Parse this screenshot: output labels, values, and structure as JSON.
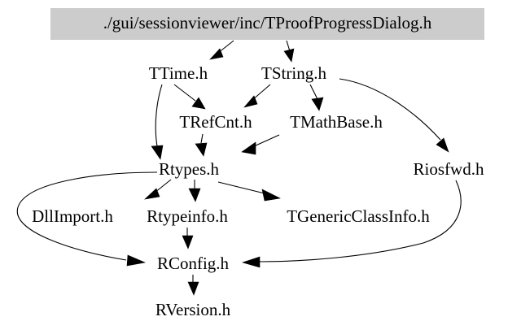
{
  "diagram": {
    "kind": "include-dependency-graph",
    "background_color": "#ffffff",
    "edge_color": "#000000",
    "root_fill_color": "#cccccc",
    "text_color": "#000000",
    "nodes": [
      {
        "id": "root",
        "label": "./gui/sessionviewer/inc/TProofProgressDialog.h",
        "style": "filled-box"
      },
      {
        "id": "ttime",
        "label": "TTime.h",
        "style": "plain"
      },
      {
        "id": "tstring",
        "label": "TString.h",
        "style": "plain"
      },
      {
        "id": "trefcnt",
        "label": "TRefCnt.h",
        "style": "plain"
      },
      {
        "id": "tmathbase",
        "label": "TMathBase.h",
        "style": "plain"
      },
      {
        "id": "rtypes",
        "label": "Rtypes.h",
        "style": "plain"
      },
      {
        "id": "riosfwd",
        "label": "Riosfwd.h",
        "style": "plain"
      },
      {
        "id": "dllimport",
        "label": "DllImport.h",
        "style": "plain"
      },
      {
        "id": "rtypeinfo",
        "label": "Rtypeinfo.h",
        "style": "plain"
      },
      {
        "id": "tgenericclassinfo",
        "label": "TGenericClassInfo.h",
        "style": "plain"
      },
      {
        "id": "rconfig",
        "label": "RConfig.h",
        "style": "plain"
      },
      {
        "id": "rversion",
        "label": "RVersion.h",
        "style": "plain"
      }
    ],
    "edges": [
      {
        "from": "root",
        "to": "ttime"
      },
      {
        "from": "root",
        "to": "tstring"
      },
      {
        "from": "ttime",
        "to": "trefcnt"
      },
      {
        "from": "ttime",
        "to": "rtypes"
      },
      {
        "from": "tstring",
        "to": "trefcnt"
      },
      {
        "from": "tstring",
        "to": "tmathbase"
      },
      {
        "from": "tstring",
        "to": "riosfwd"
      },
      {
        "from": "trefcnt",
        "to": "rtypes"
      },
      {
        "from": "tmathbase",
        "to": "rtypes"
      },
      {
        "from": "rtypes",
        "to": "dllimport"
      },
      {
        "from": "rtypes",
        "to": "rtypeinfo"
      },
      {
        "from": "rtypes",
        "to": "tgenericclassinfo"
      },
      {
        "from": "rtypes",
        "to": "rconfig"
      },
      {
        "from": "rtypeinfo",
        "to": "rconfig"
      },
      {
        "from": "riosfwd",
        "to": "rconfig"
      },
      {
        "from": "rconfig",
        "to": "rversion"
      }
    ]
  }
}
